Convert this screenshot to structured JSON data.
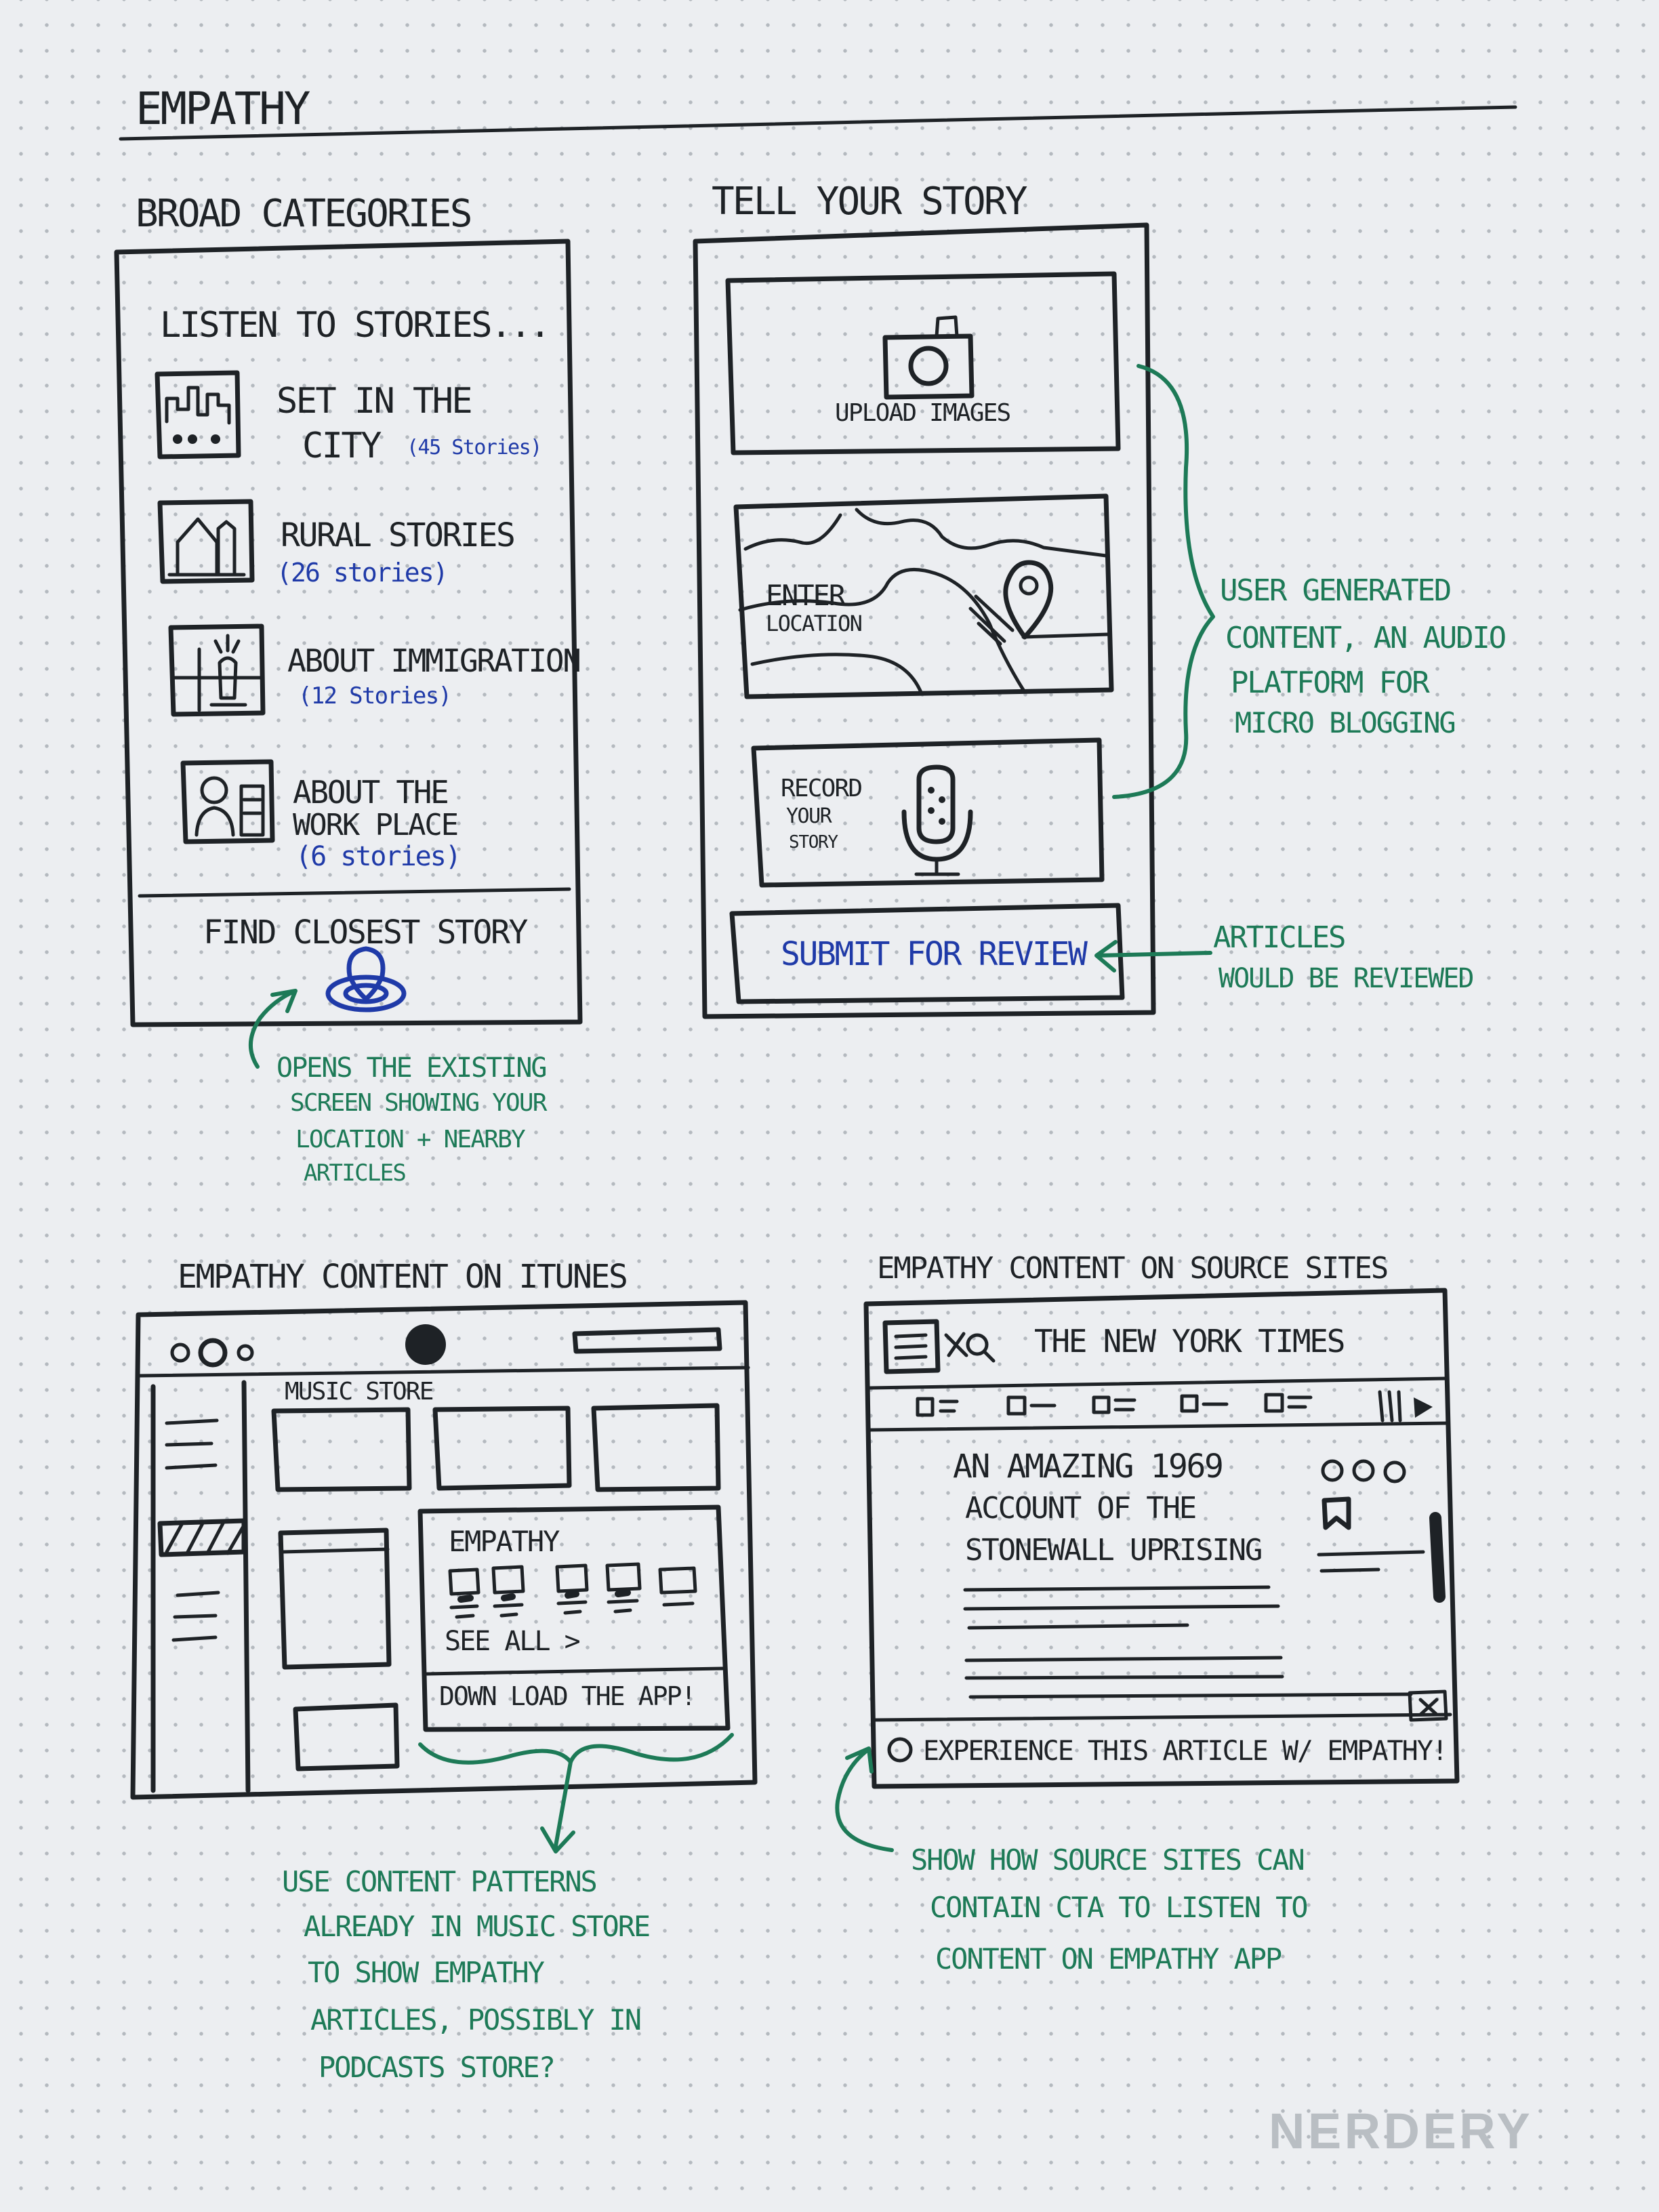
{
  "title": "EMPATHY",
  "broad_categories": {
    "heading": "BROAD CATEGORIES",
    "intro": "LISTEN TO STORIES...",
    "items": [
      {
        "line1": "SET IN THE",
        "line2": "CITY",
        "count": "(45 Stories)",
        "icon": "city-skyline-icon"
      },
      {
        "line1": "RURAL STORIES",
        "count": "(26 stories)",
        "icon": "rural-barn-icon"
      },
      {
        "line1": "ABOUT IMMIGRATION",
        "count": "(12 Stories)",
        "icon": "statue-of-liberty-icon"
      },
      {
        "line1": "ABOUT THE",
        "line2": "WORK PLACE",
        "count": "(6 stories)",
        "icon": "workplace-person-icon"
      }
    ],
    "find_closest": "FIND CLOSEST STORY",
    "annotation": [
      "OPENS THE EXISTING",
      "SCREEN SHOWING YOUR",
      "LOCATION + NEARBY",
      "ARTICLES"
    ]
  },
  "tell_your_story": {
    "heading": "TELL YOUR STORY",
    "upload": "UPLOAD IMAGES",
    "location": [
      "ENTER",
      "LOCATION"
    ],
    "record": [
      "RECORD",
      "YOUR",
      "STORY"
    ],
    "submit": "SUBMIT FOR REVIEW",
    "annotation_brace": [
      "USER GENERATED",
      "CONTENT, AN AUDIO",
      "PLATFORM FOR",
      "MICRO BLOGGING"
    ],
    "annotation_submit": [
      "ARTICLES",
      "WOULD BE REVIEWED"
    ]
  },
  "itunes": {
    "heading": "EMPATHY CONTENT ON ITUNES",
    "store_label": "MUSIC STORE",
    "panel_title": "EMPATHY",
    "see_all": "SEE ALL >",
    "download": "DOWN LOAD THE APP!",
    "annotation": [
      "USE CONTENT PATTERNS",
      "ALREADY IN MUSIC STORE",
      "TO SHOW EMPATHY",
      "ARTICLES, POSSIBLY IN",
      "PODCASTS STORE?"
    ]
  },
  "source_sites": {
    "heading": "EMPATHY CONTENT ON SOURCE SITES",
    "site_name": "THE NEW YORK TIMES",
    "article_title": [
      "AN AMAZING 1969",
      "ACCOUNT OF THE",
      "STONEWALL UPRISING"
    ],
    "cta": "EXPERIENCE THIS ARTICLE W/ EMPATHY!",
    "annotation": [
      "SHOW HOW SOURCE SITES CAN",
      "CONTAIN CTA TO LISTEN TO",
      "CONTENT ON EMPATHY APP"
    ]
  },
  "watermark": "NERDERY",
  "colors": {
    "ink": "#1e2226",
    "green_ink": "#1d7a57",
    "blue_ink": "#1f3aa8",
    "paper": "#eceef1"
  }
}
